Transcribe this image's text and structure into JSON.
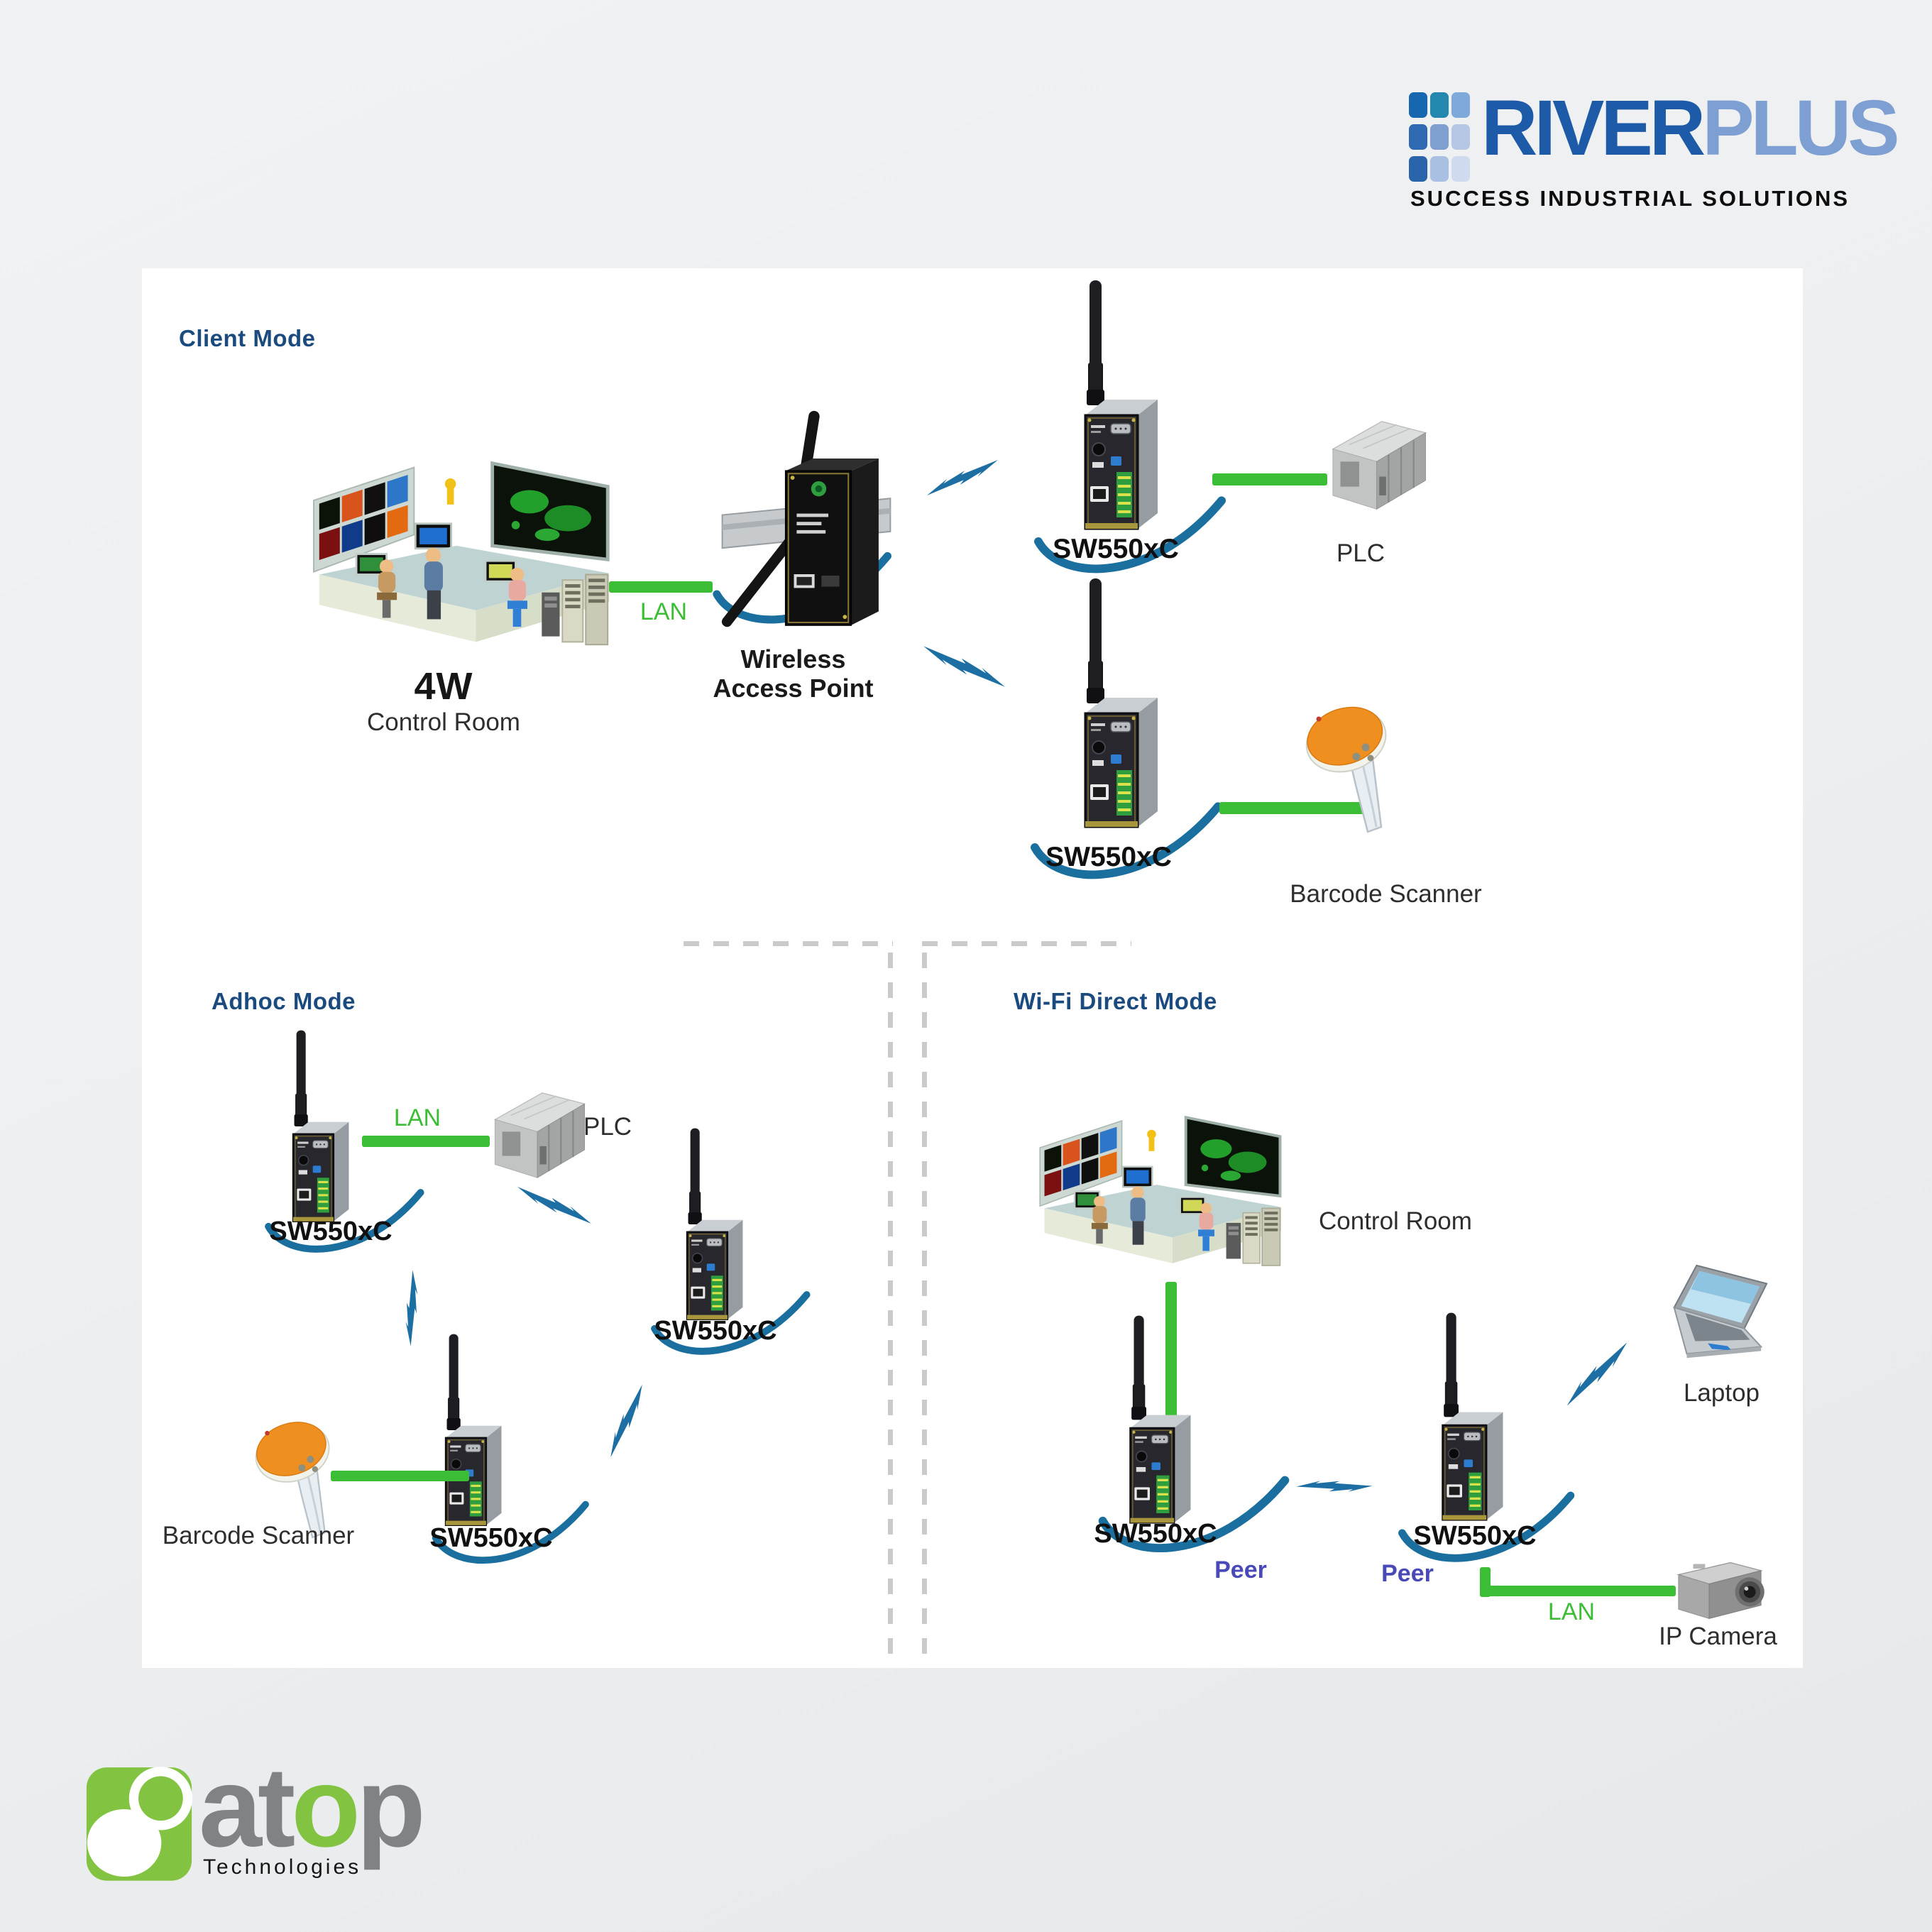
{
  "branding": {
    "riverplus": {
      "word_primary": "RIVER",
      "word_secondary": "PLUS",
      "tagline": "SUCCESS INDUSTRIAL SOLUTIONS"
    },
    "atop": {
      "word_a": "at",
      "word_o": "o",
      "word_p": "p",
      "subtitle": "Technologies"
    }
  },
  "colors": {
    "accent_green": "#3bbd35",
    "arc_blue": "#1a6f9e",
    "bolt_blue": "#1d6fa3",
    "heading_navy": "#1b4a7e",
    "peer_blue": "#4949b8",
    "riverplus_dark": "#1d5aa8",
    "riverplus_light": "#7e9fd2",
    "atop_green": "#82c341",
    "atop_gray": "#808285"
  },
  "client_mode": {
    "title": "Client Mode",
    "control_room": {
      "code": "4W",
      "label": "Control Room"
    },
    "lan_label": "LAN",
    "access_point": {
      "line1": "Wireless",
      "line2": "Access Point"
    },
    "device_top": {
      "label": "SW550xC"
    },
    "device_bottom": {
      "label": "SW550xC"
    },
    "plc_label": "PLC",
    "barcode_scanner_label": "Barcode Scanner"
  },
  "adhoc_mode": {
    "title": "Adhoc Mode",
    "lan_label": "LAN",
    "plc_label": "PLC",
    "device_left": {
      "label": "SW550xC"
    },
    "device_right": {
      "label": "SW550xC"
    },
    "device_bottom": {
      "label": "SW550xC"
    },
    "barcode_scanner_label": "Barcode Scanner"
  },
  "wifi_direct_mode": {
    "title": "Wi-Fi Direct Mode",
    "control_room_label": "Control Room",
    "device_left": {
      "label": "SW550xC",
      "peer_label": "Peer"
    },
    "device_right": {
      "label": "SW550xC",
      "peer_label": "Peer"
    },
    "lan_label": "LAN",
    "laptop_label": "Laptop",
    "ip_camera_label": "IP Camera"
  }
}
